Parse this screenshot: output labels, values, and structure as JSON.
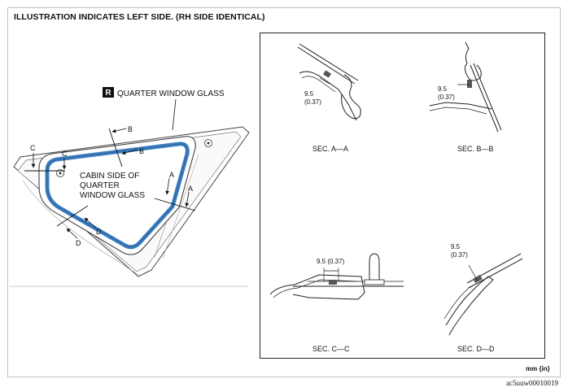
{
  "heading": "ILLUSTRATION INDICATES LEFT SIDE. (RH SIDE IDENTICAL)",
  "callouts": {
    "part_badge": "R",
    "part_name": "QUARTER WINDOW GLASS",
    "cabin_line_1": "CABIN SIDE OF",
    "cabin_line_2": "QUARTER",
    "cabin_line_3": "WINDOW GLASS"
  },
  "section_markers": {
    "A": "A",
    "B": "B",
    "C": "C",
    "D": "D"
  },
  "sections": [
    {
      "label": "SEC. A—A",
      "dim_value": "9.5",
      "dim_inch": "(0.37)"
    },
    {
      "label": "SEC. B—B",
      "dim_value": "9.5",
      "dim_inch": "(0.37)"
    },
    {
      "label": "SEC. C—C",
      "dim_value": "9.5 (0.37)"
    },
    {
      "label": "SEC. D—D",
      "dim_value": "9.5",
      "dim_inch": "(0.37)"
    }
  ],
  "units": "mm {in}",
  "figure_code": "ac5uuw00010019",
  "colors": {
    "adhesive_bead": "#3d7fc1",
    "line": "#222222",
    "frame": "#bfbfbf"
  }
}
